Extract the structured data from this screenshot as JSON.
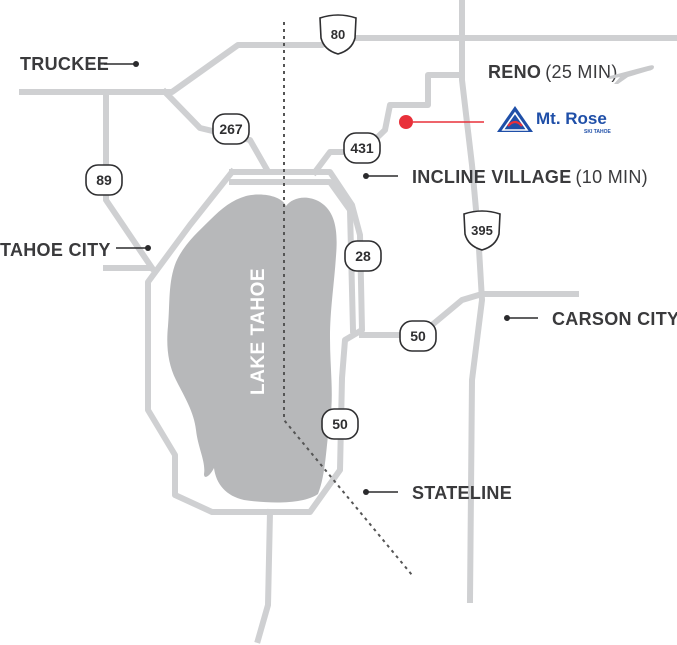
{
  "lake": {
    "name": "LAKE TAHOE"
  },
  "places": [
    {
      "id": "truckee",
      "name": "TRUCKEE",
      "note": ""
    },
    {
      "id": "reno",
      "name": "RENO",
      "note": "(25 MIN)"
    },
    {
      "id": "incline",
      "name": "INCLINE VILLAGE",
      "note": "(10 MIN)"
    },
    {
      "id": "tahoe-city",
      "name": "TAHOE CITY",
      "note": ""
    },
    {
      "id": "carson",
      "name": "CARSON CITY",
      "note": ""
    },
    {
      "id": "stateline",
      "name": "STATELINE",
      "note": ""
    }
  ],
  "highways": {
    "i80": "80",
    "us395": "395",
    "sr267": "267",
    "sr89": "89",
    "sr431": "431",
    "sr28": "28",
    "us50_east": "50",
    "us50_south": "50"
  },
  "resort": {
    "name": "Mt. Rose",
    "tagline": "SKI TAHOE",
    "marker_color": "#e8303a",
    "brand_color": "#1f4fa8"
  },
  "icons": {
    "airport": "airplane-icon"
  },
  "colors": {
    "road": "#cfd0d2",
    "lake": "#b7b8ba",
    "state_line": "#555555",
    "label": "#3a3a3c"
  }
}
